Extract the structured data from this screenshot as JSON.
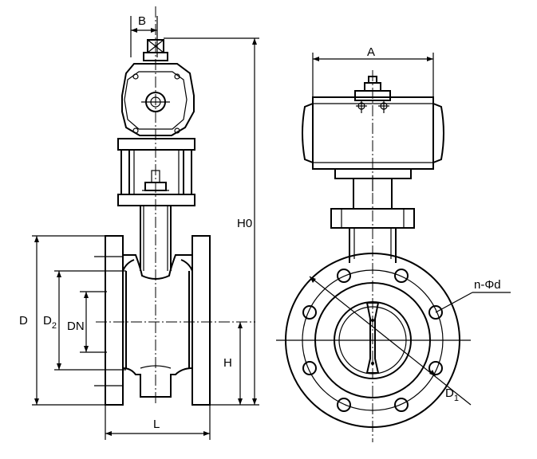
{
  "labels": {
    "B": "B",
    "A": "A",
    "H0": "H0",
    "D": "D",
    "D2_main": "D",
    "D2_sub": "2",
    "DN": "DN",
    "H": "H",
    "L": "L",
    "n_phi_d": "n-Φd",
    "D1_main": "D",
    "D1_sub": "1"
  }
}
